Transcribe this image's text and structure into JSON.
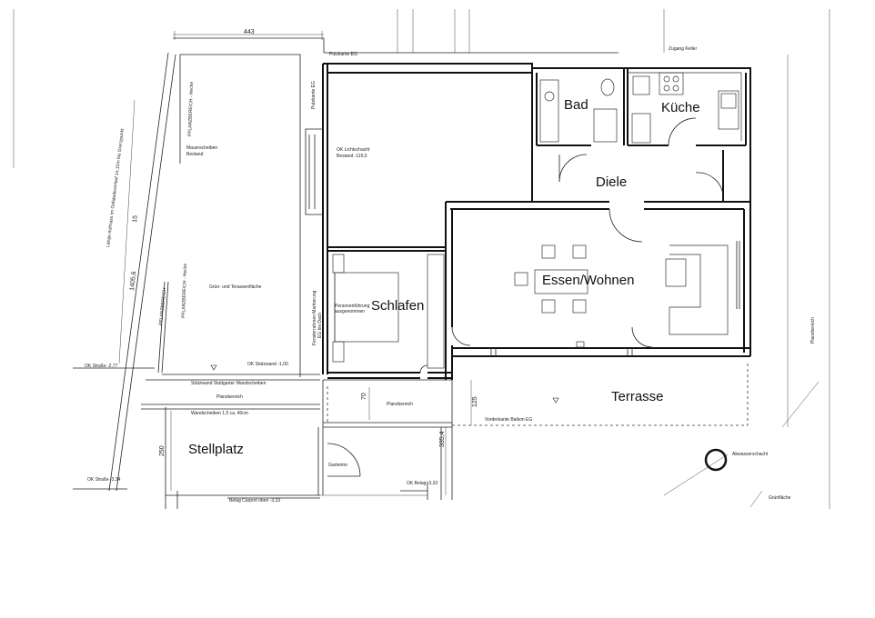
{
  "rooms": {
    "bad": "Bad",
    "kueche": "Küche",
    "diele": "Diele",
    "essen_wohnen": "Essen/Wohnen",
    "schlafen": "Schlafen",
    "terrasse": "Terrasse",
    "stellplatz": "Stellplatz"
  },
  "dimensions": {
    "top_width": "443",
    "left_length": "1405,6",
    "left_offset": "15",
    "planzbereich_height": "70",
    "terrace_depth": "125",
    "stellplatz_depth": "250",
    "lower_width": "335,4"
  },
  "annotations": {
    "putzkante_eg": "Putzkante EG",
    "putzkante_side": "Putzkante EG",
    "zugang": "Zugang Keller",
    "laenge_aufmass": "Länge Aufmass im Gebäudeverlauf 14,15m bis Grenzpunkt",
    "pflanzbereich_hecke_1": "PFLANZBEREICH - Hecke",
    "pflanzbereich_hecke_2": "PFLANZBEREICH - Hecke",
    "pflanzbereich": "PFLANZBEREICH",
    "mauerscheiben": "Mauerscheiben",
    "bestand": "Bestand",
    "gruen_terrassen": "Grün- und Terassenfläche",
    "ok_lichtschacht": "OK Lichtschacht",
    "bestand_level": "Bestand -115,5",
    "personenfuehrung": "Personenführung",
    "ausgenommen": "ausgenommen",
    "fensterreihe": "Fensterrahmen Markierung",
    "erdgeschoss": "EG bis Dach",
    "ok_stuetzwand": "OK Stützwand -1,00",
    "ok_strasse_1": "OK Straße -2,77",
    "stuetzwand_label": "Stützwand Stuttgarter Wandscheiben",
    "planzbereich_1": "Planzbereich",
    "planzbereich_2": "Planzbereich",
    "wandscheiben": "Wandscheiben 1,5 ca. 40cm",
    "vorderkante_balkon": "Vorderkante Balkon EG",
    "abwasserschacht": "Abwasserschacht",
    "planzbereich_right": "Planzbereich",
    "gruenflaeche": "Grünfläche",
    "gartentor": "Gartentor",
    "ok_strasse_2": "OK Straße -3,34",
    "ok_belag": "OK Belag -3,33",
    "belag_carport": "Belag Carport oben -3,33"
  }
}
